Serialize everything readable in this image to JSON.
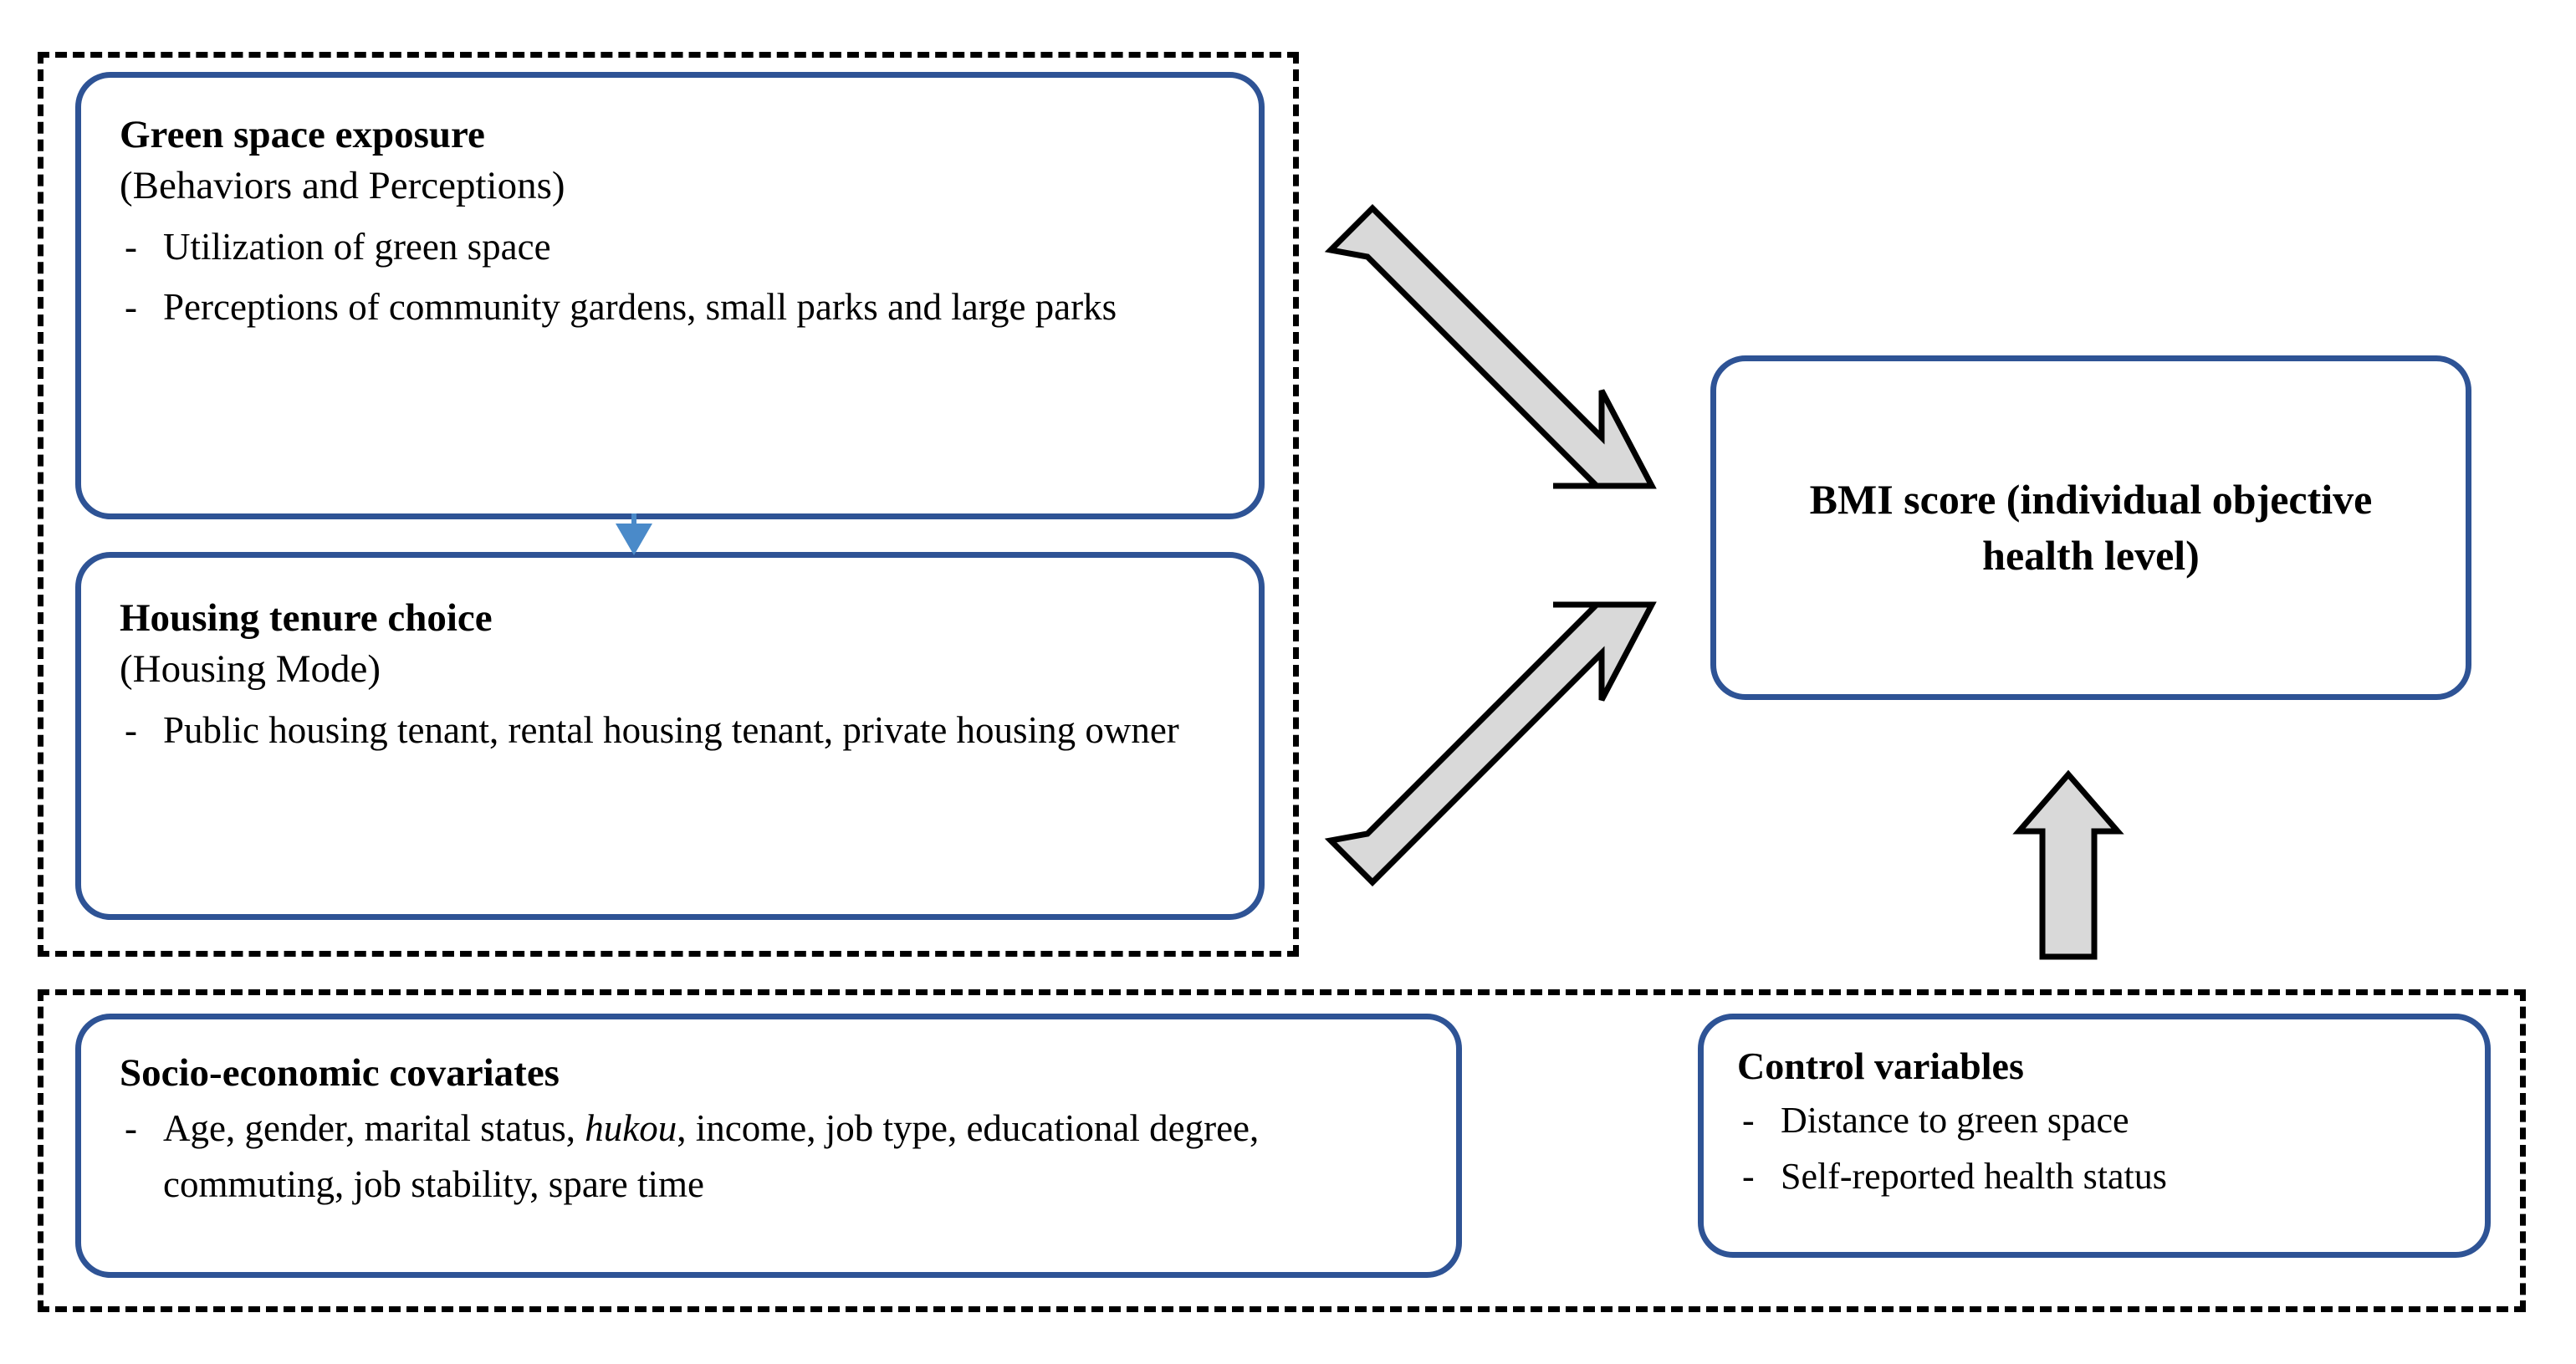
{
  "diagram": {
    "title": "Conceptual framework: green space exposure, housing tenure and BMI",
    "colors": {
      "box_border": "#2e5395",
      "group_border": "#000000",
      "arrow_fill": "#d9d9d9",
      "arrow_stroke": "#000000",
      "small_arrow": "#4a8ac9",
      "background": "#ffffff"
    }
  },
  "groups": {
    "exposure_group": {
      "name": "green-space-and-housing-group"
    },
    "covariates_group": {
      "name": "covariates-and-controls-group"
    }
  },
  "boxes": {
    "green_space": {
      "title": "Green space exposure",
      "subtitle": "(Behaviors and Perceptions)",
      "bullets": [
        "Utilization of green space",
        "Perceptions of community gardens, small parks and large parks"
      ]
    },
    "housing": {
      "title": "Housing tenure choice",
      "subtitle": "(Housing Mode)",
      "bullets": [
        "Public housing tenant, rental housing tenant, private housing owner"
      ]
    },
    "bmi": {
      "text": "BMI score (individual objective health level)"
    },
    "socio": {
      "title": "Socio-economic covariates",
      "bullet_pre": "Age, gender, marital status, ",
      "bullet_italic": "hukou",
      "bullet_post": ", income, job type, educational degree, commuting, job stability, spare time"
    },
    "control": {
      "title": "Control variables",
      "bullets": [
        "Distance to green space",
        "Self-reported health status"
      ]
    }
  },
  "arrows": {
    "green_to_housing": {
      "label": "green-space-to-housing",
      "direction": "down"
    },
    "exposure_to_bmi": {
      "label": "green-space-to-bmi",
      "direction": "down-right"
    },
    "housing_to_bmi": {
      "label": "housing-to-bmi",
      "direction": "up-right"
    },
    "control_to_bmi": {
      "label": "control-variables-to-bmi",
      "direction": "up"
    }
  },
  "bullet_marker": "-"
}
